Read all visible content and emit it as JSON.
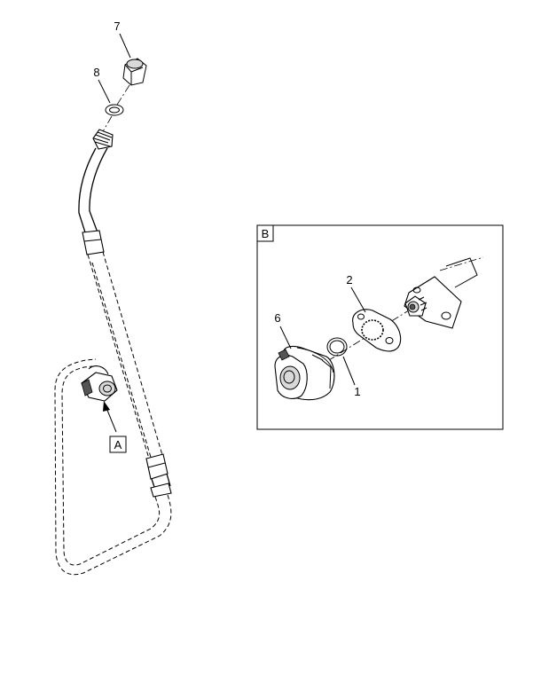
{
  "callouts": {
    "c7": "7",
    "c8": "8",
    "c2": "2",
    "c6": "6",
    "c1": "1"
  },
  "view_labels": {
    "a": "A",
    "b": "B"
  }
}
